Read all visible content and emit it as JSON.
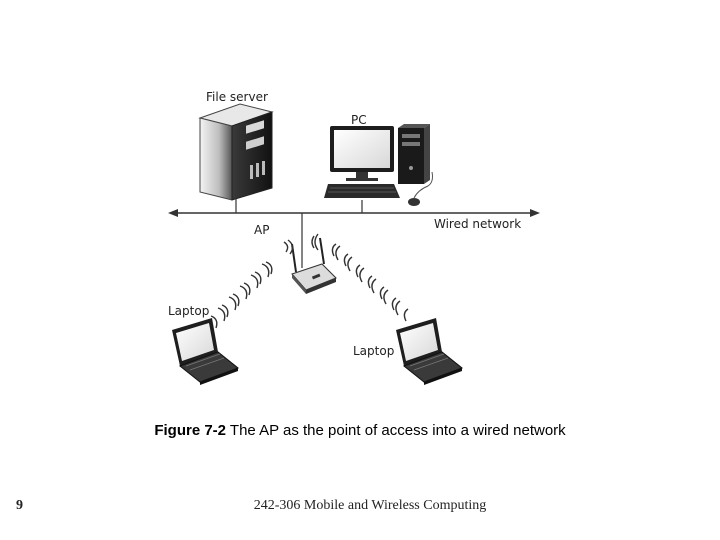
{
  "labels": {
    "file_server": "File server",
    "pc": "PC",
    "ap": "AP",
    "wired_network": "Wired network",
    "laptop_left": "Laptop",
    "laptop_right": "Laptop"
  },
  "caption": {
    "figure_number": "Figure 7-2",
    "text": " The AP as the point of access into a wired network"
  },
  "footer": {
    "slide_number": "9",
    "course": "242-306 Mobile and Wireless Computing"
  }
}
